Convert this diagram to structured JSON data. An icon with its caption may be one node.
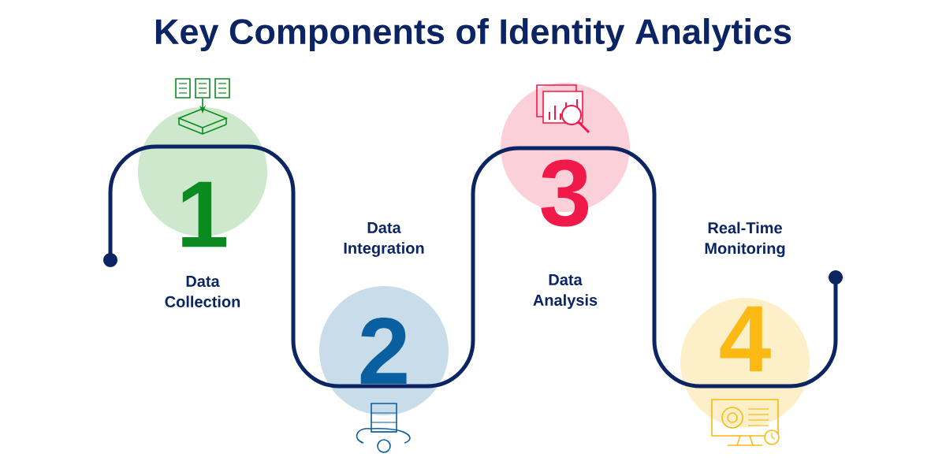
{
  "diagram": {
    "title": "Key Components of Identity Analytics",
    "nodes": [
      {
        "text": [
          "1",
          "Data Collection"
        ]
      },
      {
        "text": [
          "Data Integration",
          "2"
        ]
      },
      {
        "text": [
          "3",
          "Data Analysis"
        ]
      },
      {
        "text": [
          "Real-Time Monitoring",
          "4"
        ]
      }
    ]
  }
}
